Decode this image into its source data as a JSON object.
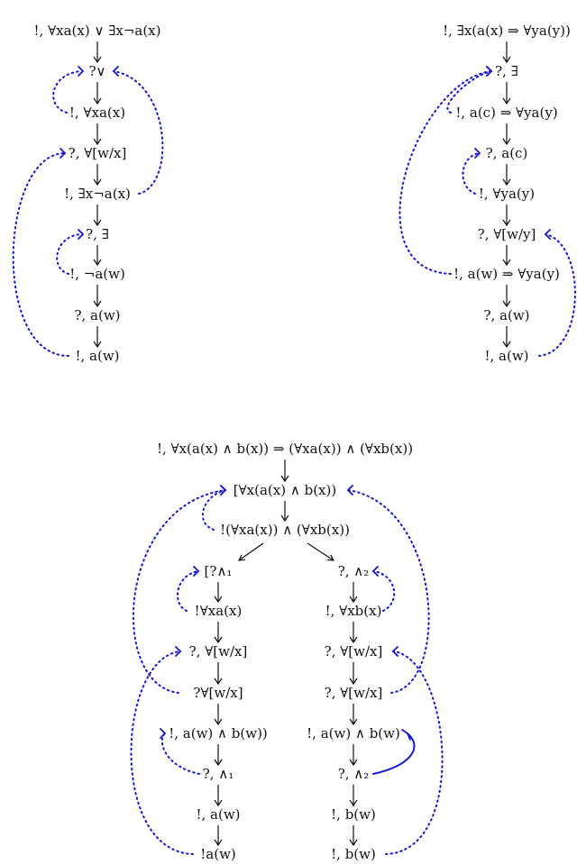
{
  "diagram": {
    "left": {
      "nodes": [
        {
          "id": "L1",
          "text": "!, ∀xa(x) ∨ ∃x¬a(x)"
        },
        {
          "id": "L2",
          "text": "?∨"
        },
        {
          "id": "L3",
          "text": "!, ∀xa(x)"
        },
        {
          "id": "L4",
          "text": "?, ∀[w/x]"
        },
        {
          "id": "L5",
          "text": "!, ∃x¬a(x)"
        },
        {
          "id": "L6",
          "text": "?, ∃"
        },
        {
          "id": "L7",
          "text": "!, ¬a(w)"
        },
        {
          "id": "L8",
          "text": "?, a(w)"
        },
        {
          "id": "L9",
          "text": "!, a(w)"
        }
      ]
    },
    "right": {
      "nodes": [
        {
          "id": "R1",
          "text": "!, ∃x(a(x) ⇒ ∀ya(y))"
        },
        {
          "id": "R2",
          "text": "?, ∃"
        },
        {
          "id": "R3",
          "text": "!,  a(c) ⇒ ∀ya(y)"
        },
        {
          "id": "R4",
          "text": "?, a(c)"
        },
        {
          "id": "R5",
          "text": "!, ∀ya(y)"
        },
        {
          "id": "R6",
          "text": "?, ∀[w/y]"
        },
        {
          "id": "R7",
          "text": "!, a(w) ⇒ ∀ya(y)"
        },
        {
          "id": "R8",
          "text": "?, a(w)"
        },
        {
          "id": "R9",
          "text": "!, a(w)"
        }
      ]
    },
    "bottom": {
      "nodes": [
        {
          "id": "B1",
          "text": "!, ∀x(a(x) ∧ b(x)) ⇒ (∀xa(x)) ∧ (∀xb(x))"
        },
        {
          "id": "B2",
          "text": "[∀x(a(x) ∧ b(x))"
        },
        {
          "id": "B3",
          "text": "!(∀xa(x)) ∧ (∀xb(x))"
        },
        {
          "id": "BL1",
          "text": "[?∧₁"
        },
        {
          "id": "BL2",
          "text": "!∀xa(x)"
        },
        {
          "id": "BL3",
          "text": "?, ∀[w/x]"
        },
        {
          "id": "BL4",
          "text": "?∀[w/x]"
        },
        {
          "id": "BL5",
          "text": "!, a(w) ∧ b(w))"
        },
        {
          "id": "BL6",
          "text": "?, ∧₁"
        },
        {
          "id": "BL7",
          "text": "!, a(w)"
        },
        {
          "id": "BL8",
          "text": "!a(w)"
        },
        {
          "id": "BR1",
          "text": "?, ∧₂"
        },
        {
          "id": "BR2",
          "text": "!, ∀xb(x)"
        },
        {
          "id": "BR3",
          "text": "?, ∀[w/x]"
        },
        {
          "id": "BR4",
          "text": "?, ∀[w/x]"
        },
        {
          "id": "BR5",
          "text": "!, a(w) ∧ b(w)"
        },
        {
          "id": "BR6",
          "text": "?, ∧₂"
        },
        {
          "id": "BR7",
          "text": "!, b(w)"
        },
        {
          "id": "BR8",
          "text": "!, b(w)"
        }
      ]
    },
    "colors": {
      "text": "#111111",
      "dotted_link": "#1414e6",
      "solid_link": "#1414e6"
    }
  }
}
